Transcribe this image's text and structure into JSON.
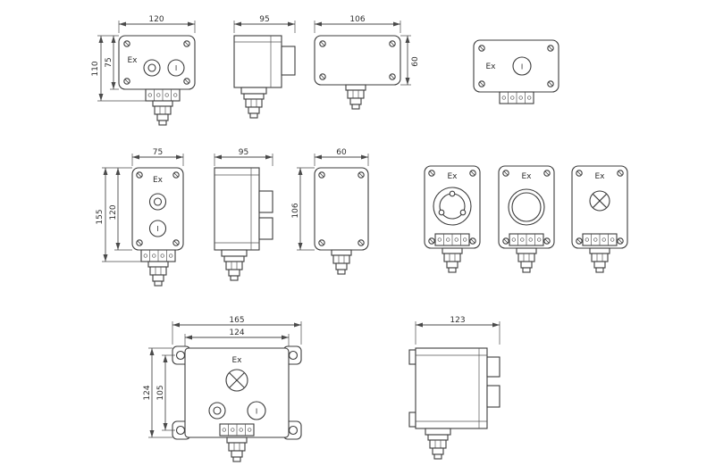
{
  "drawing": {
    "background": "#ffffff",
    "line_color": "#3c3c3c",
    "dim_color": "#4a4a4a"
  },
  "views": {
    "front_two_button_h": {
      "dim_width": "120",
      "dim_height_inner": "75",
      "dim_height_outer": "110",
      "ex_marking": "Ex",
      "button_symbol": "I"
    },
    "side_h": {
      "dim_width": "95"
    },
    "rear_h": {
      "dim_width": "106",
      "dim_height": "60"
    },
    "front_one_button_h": {
      "ex_marking": "Ex",
      "button_symbol": "I"
    },
    "front_two_button_v": {
      "dim_width": "75",
      "dim_height_outer": "155",
      "dim_height_inner": "120",
      "ex_marking": "Ex",
      "button_symbol": "I"
    },
    "side_v": {
      "dim_width": "95"
    },
    "rear_v": {
      "dim_width": "60",
      "dim_height": "106"
    },
    "front_selector": {
      "ex_marking": "Ex"
    },
    "front_push": {
      "ex_marking": "Ex"
    },
    "front_lamp": {
      "ex_marking": "Ex"
    },
    "front_square": {
      "dim_width_outer": "165",
      "dim_width_inner": "124",
      "dim_height_outer": "124",
      "dim_height_inner": "105",
      "ex_marking": "Ex",
      "button_symbol": "I"
    },
    "side_square": {
      "dim_width": "123"
    }
  }
}
